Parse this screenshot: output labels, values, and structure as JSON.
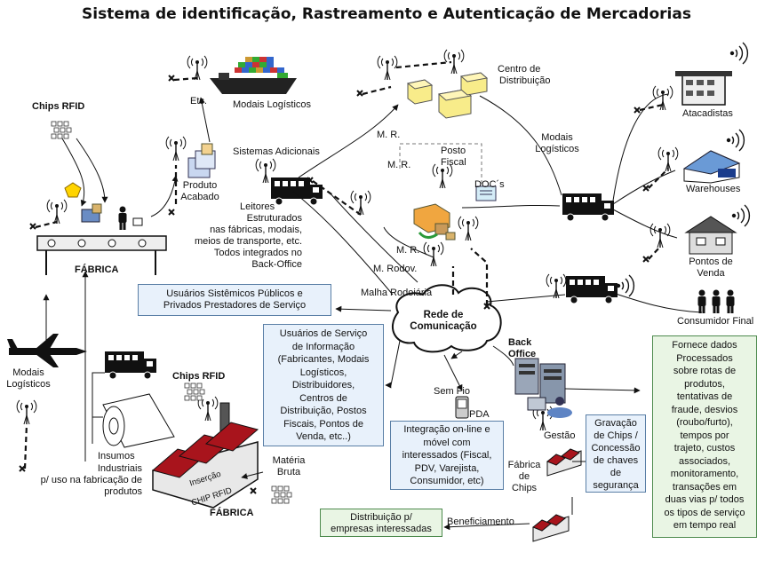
{
  "title": "Sistema de identificação, Rastreamento e Autenticação de Mercadorias",
  "labels": {
    "chips_rfid_top": "Chips RFID",
    "etc": "Etc.",
    "modais_logisticos_top": "Modais Logísticos",
    "centro_distribuicao": [
      "Centro de",
      "Distribuição"
    ],
    "produto_acabado": [
      "Produto",
      "Acabado"
    ],
    "sistemas_adicionais": "Sistemas Adicionais",
    "mr_1": "M. R.",
    "mr_2": "M. R.",
    "mr_3": "M. R.",
    "posto_fiscal": [
      "Posto",
      "Fiscal"
    ],
    "docs": "DOC´s",
    "modais_logisticos_right": [
      "Modais",
      "Logísticos"
    ],
    "atacadistas": "Atacadistas",
    "warehouses": "Warehouses",
    "pontos_de_venda": [
      "Pontos de",
      "Venda"
    ],
    "leitores": [
      "Leitores",
      "Estruturados",
      "nas fábricas, modais,",
      "meios de transporte, etc.",
      "Todos integrados no",
      "Back-Office"
    ],
    "fabrica_top": "FÁBRICA",
    "m_rodov": "M. Rodov.",
    "malha_rodoviaria": "Malha Rodoiária",
    "consumidor_final": "Consumidor Final",
    "rede": [
      "Rede de",
      "Comunicação"
    ],
    "back_office": [
      "Back",
      "Office"
    ],
    "modais_logisticos_left": [
      "Modais",
      "Logísticos"
    ],
    "chips_rfid_bottom": "Chips RFID",
    "insumos": "Insumos",
    "industriais": [
      "Industriais",
      "p/ uso na fabricação de",
      "produtos"
    ],
    "sem_fio": "Sem Fio",
    "pda": "PDA",
    "gestao": "Gestão",
    "fabrica_chips": [
      "Fábrica",
      "de",
      "Chips"
    ],
    "materia_bruta": [
      "Matéria",
      "Bruta"
    ],
    "insercao_chip": [
      "Inserção",
      "CHIP RFID"
    ],
    "fabrica_bottom": "FÁBRICA",
    "beneficiamento": "Beneficiamento"
  },
  "boxes": {
    "usuarios_sistemicos": [
      "Usuários Sistêmicos Públicos e",
      "Privados Prestadores de Serviço"
    ],
    "usuarios_servico": [
      "Usuários de Serviço",
      "de Informação",
      "(Fabricantes, Modais",
      "Logísticos,",
      "Distribuidores,",
      "Centros de",
      "Distribuição, Postos",
      "Fiscais, Pontos de",
      "Venda, etc..)"
    ],
    "integracao": [
      "Integração on-line e",
      "móvel com",
      "interessados (Fiscal,",
      "PDV, Varejista,",
      "Consumidor, etc)"
    ],
    "gravacao": [
      "Gravação",
      "de Chips /",
      "Concessão",
      "de chaves",
      "de",
      "segurança"
    ],
    "distribuicao": [
      "Distribuição p/",
      "empresas interessadas"
    ],
    "fornece": [
      "Fornece dados",
      "Processados",
      "sobre rotas de",
      "produtos,",
      "tentativas de",
      "fraude, desvios",
      "(roubo/furto),",
      "tempos por",
      "trajeto, custos",
      "associados,",
      "monitoramento,",
      "transações em",
      "duas vias p/ todos",
      "os tipos de serviço",
      "em tempo real"
    ]
  },
  "colors": {
    "box_blue": "#e8f1fb",
    "box_green": "#e9f5e4",
    "box_border": "#5a7fa6",
    "box_green_border": "#4d8a4d",
    "crate": "#f8ec8a",
    "factory_roof": "#a8141c",
    "ship": "#222222"
  }
}
